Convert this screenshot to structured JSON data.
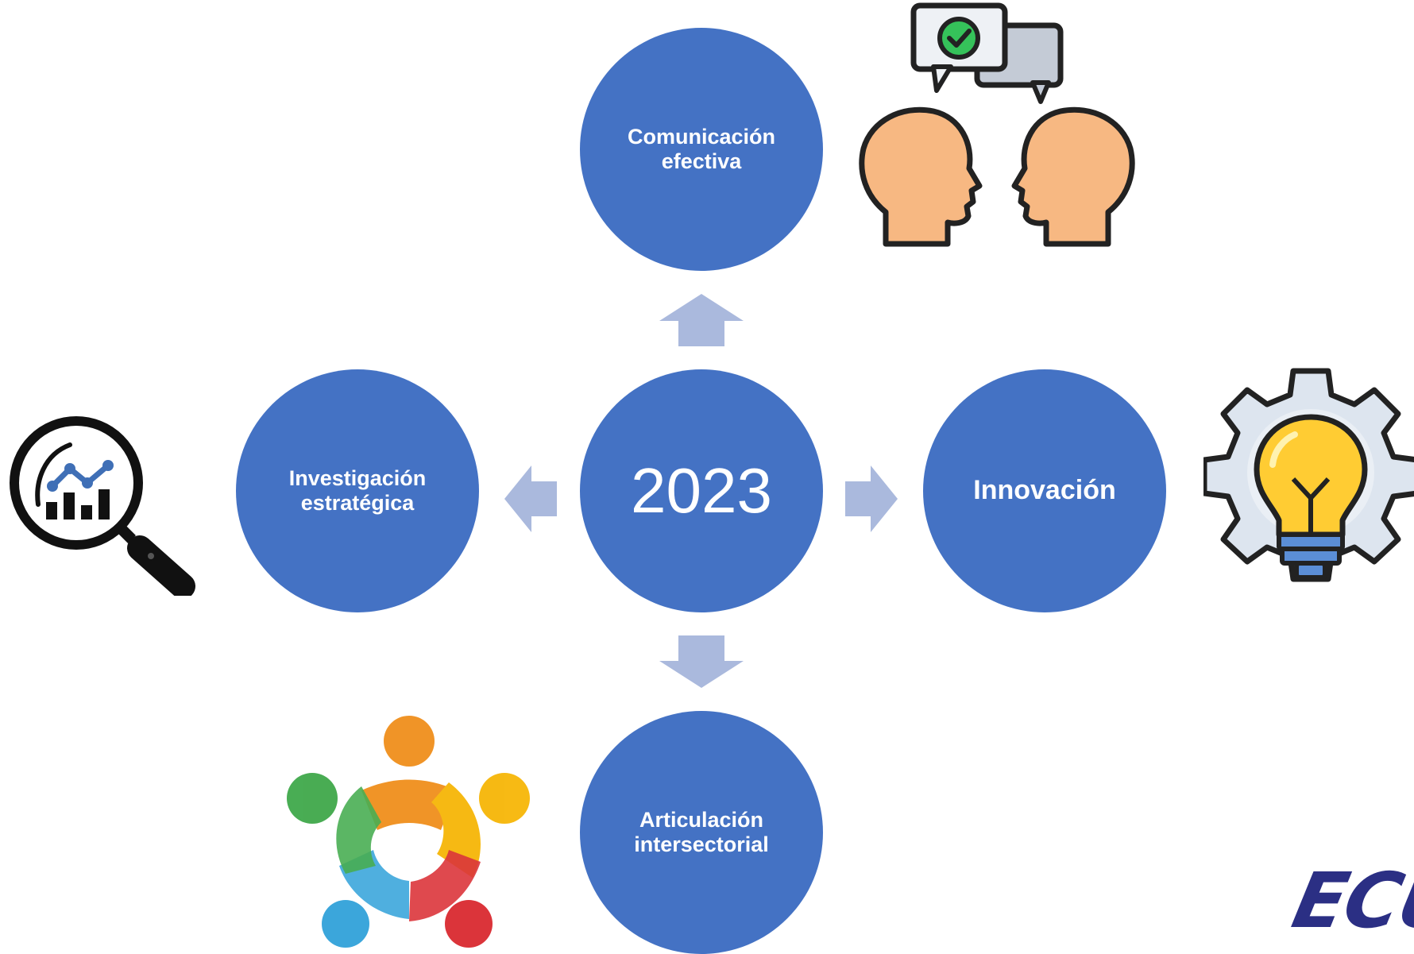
{
  "center": {
    "label": "2023"
  },
  "nodes": {
    "top": {
      "label": "Comunicación\nefectiva"
    },
    "right": {
      "label": "Innovación"
    },
    "bottom": {
      "label": "Articulación\nintersectorial"
    },
    "left": {
      "label": "Investigación\nestratégica"
    }
  },
  "logo": {
    "text": "ECU"
  },
  "colors": {
    "circle": "#4472c4",
    "arrow": "#aab9dd",
    "text": "#ffffff"
  },
  "icons": {
    "top": "two-heads-conversation-icon",
    "right": "lightbulb-gear-icon",
    "left": "magnifier-chart-icon",
    "bottom": "people-circle-logo-icon"
  }
}
